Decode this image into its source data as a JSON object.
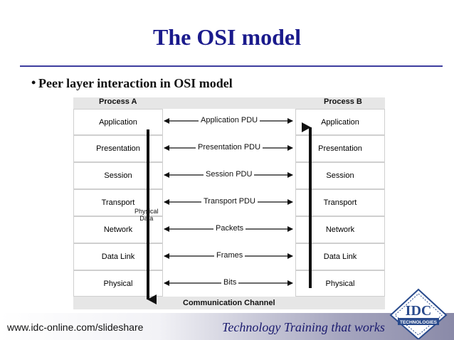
{
  "slide": {
    "title": "The OSI model",
    "bullet": "Peer layer interaction in OSI model",
    "bullet_symbol": "•"
  },
  "diagram": {
    "process_a": "Process A",
    "process_b": "Process B",
    "layers": [
      "Application",
      "Presentation",
      "Session",
      "Transport",
      "Network",
      "Data Link",
      "Physical"
    ],
    "pdus": [
      "Application PDU",
      "Presentation PDU",
      "Session PDU",
      "Transport PDU",
      "Packets",
      "Frames",
      "Bits"
    ],
    "physical_data": [
      "Physical",
      "Data"
    ],
    "channel": "Communication Channel"
  },
  "footer": {
    "url": "www.idc-online.com/slideshare",
    "tagline": "Technology Training that works"
  },
  "logo": {
    "name": "IDC",
    "subtext": "TECHNOLOGIES"
  },
  "colors": {
    "title": "#1a1a8c",
    "rule": "#3d3d9e",
    "logo": "#2a4b8d"
  }
}
